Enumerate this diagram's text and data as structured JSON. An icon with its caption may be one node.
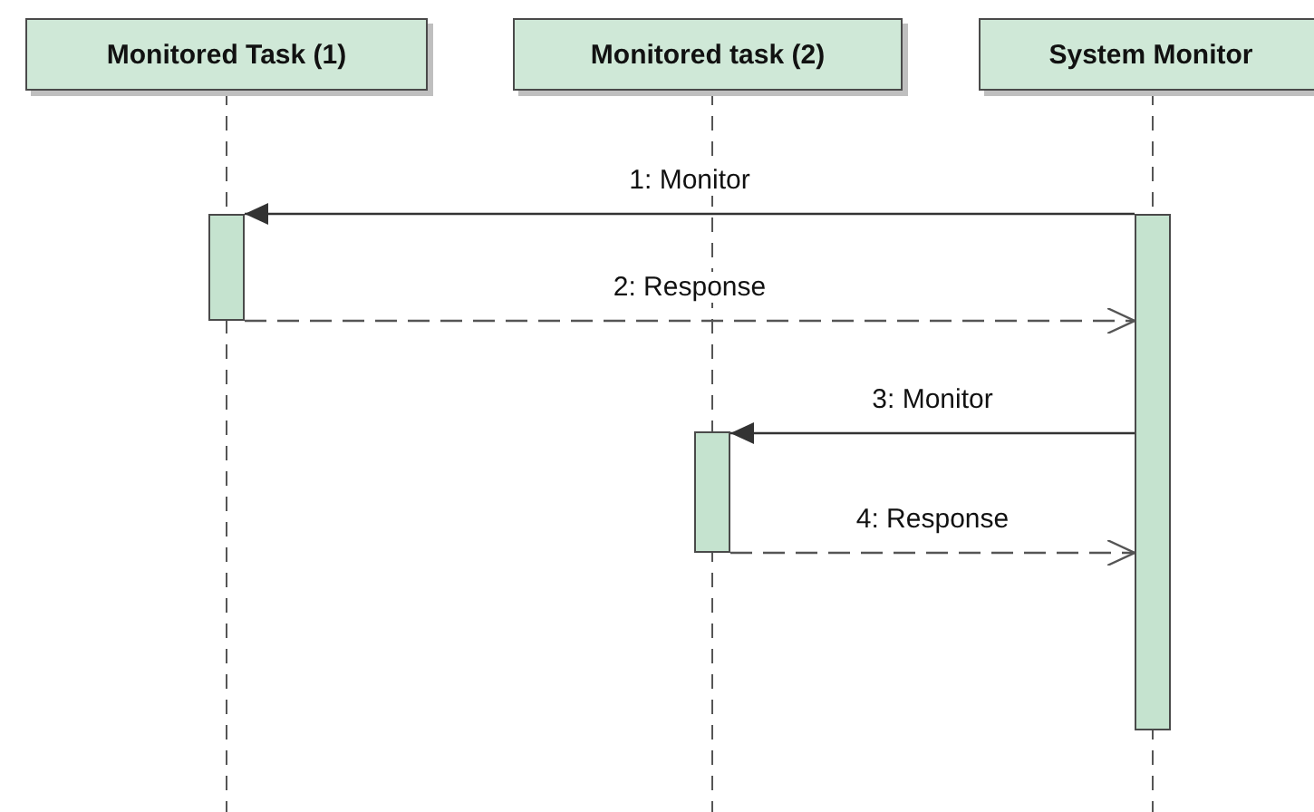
{
  "diagram": {
    "nodes": [
      {
        "text": [
          "Monitored Task (1)"
        ]
      },
      {
        "text": [
          "Monitored task (2)"
        ]
      },
      {
        "text": [
          "System Monitor"
        ]
      },
      {
        "text": [],
        "shape": "bar"
      },
      {
        "text": [],
        "shape": "bar"
      },
      {
        "text": [],
        "shape": "bar"
      }
    ],
    "edges": [
      {
        "from": 5,
        "to": 3,
        "arrow": "to",
        "label": "1: Monitor"
      },
      {
        "from": 3,
        "to": 5,
        "arrow": "to",
        "label": "2: Response",
        "style": "dashed"
      },
      {
        "from": 5,
        "to": 4,
        "arrow": "to",
        "label": "3: Monitor"
      },
      {
        "from": 4,
        "to": 5,
        "arrow": "to",
        "label": "4: Response",
        "style": "dashed"
      }
    ]
  }
}
